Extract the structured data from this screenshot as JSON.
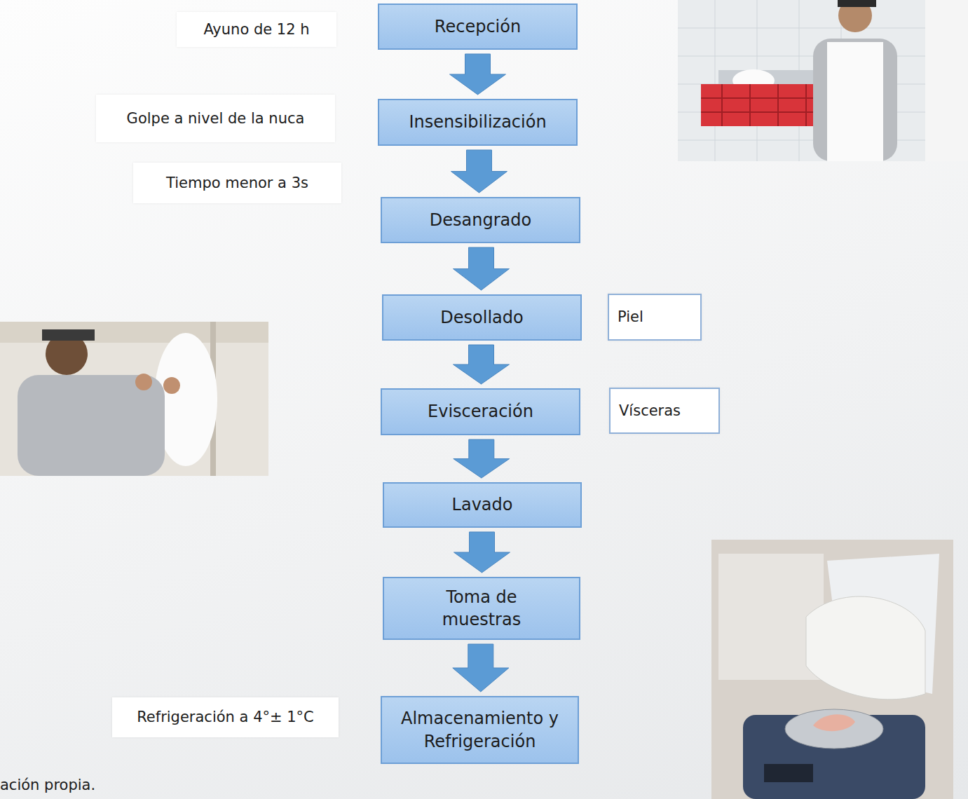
{
  "diagram": {
    "caption": "ación propia.",
    "nodes": [
      {
        "text": [
          "Ayuno de 12 h"
        ]
      },
      {
        "text": [
          "Recepción"
        ]
      },
      {
        "text": [
          "Golpe a nivel de la nuca"
        ]
      },
      {
        "text": [
          "Insensibilización"
        ]
      },
      {
        "text": [
          "Tiempo menor a 3s"
        ]
      },
      {
        "text": [
          "Desangrado"
        ]
      },
      {
        "text": [
          "Desollado"
        ]
      },
      {
        "text": [
          "Piel"
        ]
      },
      {
        "text": [
          "Evisceración"
        ]
      },
      {
        "text": [
          "Vísceras"
        ]
      },
      {
        "text": [
          "Lavado"
        ]
      },
      {
        "text": [
          "Toma de muestras"
        ]
      },
      {
        "text": [
          "Refrigeración a 4°± 1°C"
        ]
      },
      {
        "text": [
          "Almacenamiento y Refrigeración"
        ]
      }
    ],
    "edges": [
      {
        "from": 1,
        "to": 3,
        "arrow": "to"
      },
      {
        "from": 3,
        "to": 5,
        "arrow": "to"
      },
      {
        "from": 5,
        "to": 6,
        "arrow": "to"
      },
      {
        "from": 6,
        "to": 8,
        "arrow": "to"
      },
      {
        "from": 8,
        "to": 10,
        "arrow": "to"
      },
      {
        "from": 10,
        "to": 11,
        "arrow": "to"
      },
      {
        "from": 11,
        "to": 13,
        "arrow": "to"
      }
    ]
  }
}
